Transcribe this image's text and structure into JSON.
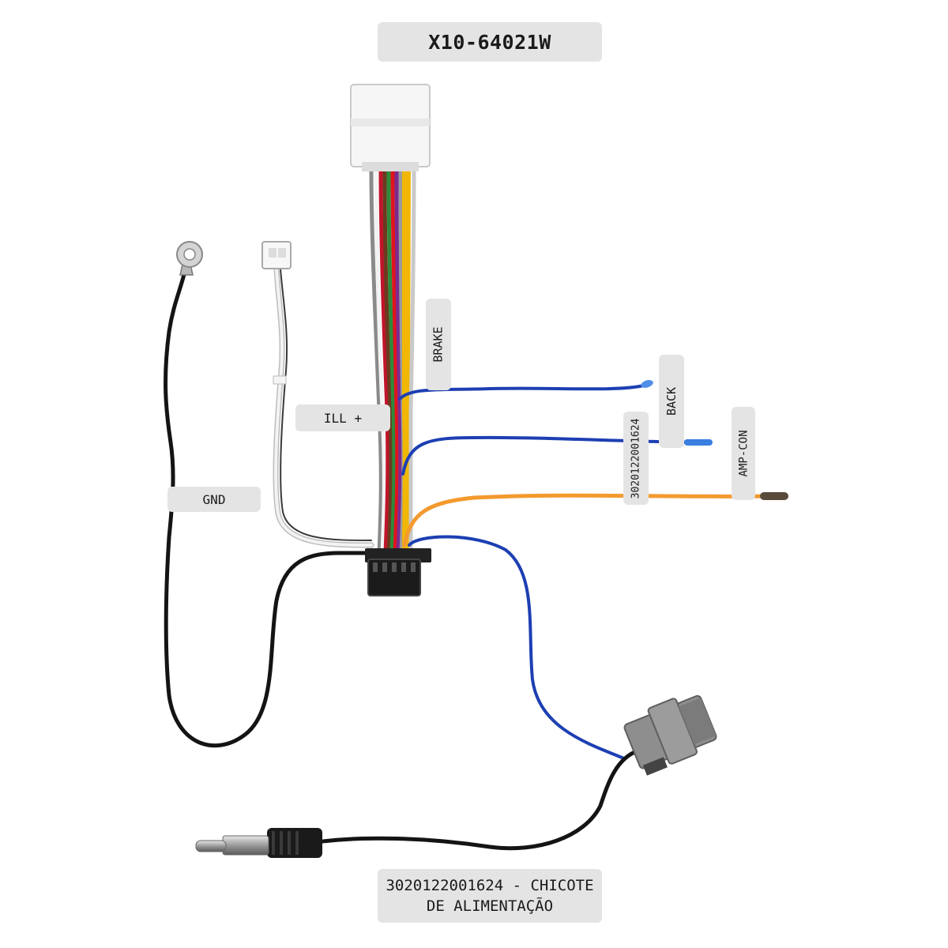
{
  "diagram": {
    "title": "X10-64021W",
    "footer": "3020122001624 - CHICOTE\nDE ALIMENTAÇÃO",
    "labels": {
      "gnd": "GND",
      "ill": "ILL +",
      "brake": "BRAKE",
      "back": "BACK",
      "part_code": "3020122001624",
      "amp_con": "AMP-CON"
    }
  },
  "colors": {
    "wire_black": "#141414",
    "wire_blue": "#1d3fb3",
    "wire_orange": "#f39a2e",
    "wire_white": "#efefef",
    "connector_gray": "#8e8e8e",
    "connector_white": "#f6f6f6",
    "label_bg": "#e4e4e4"
  }
}
